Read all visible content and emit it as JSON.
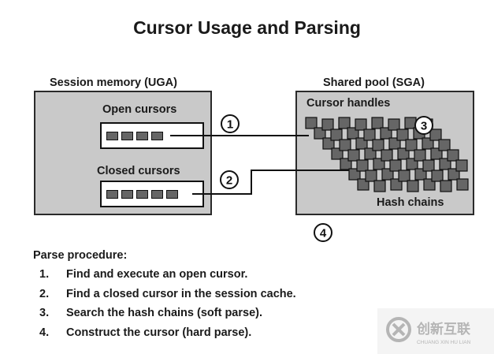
{
  "title": "Cursor Usage and Parsing",
  "uga": {
    "label": "Session memory (UGA)",
    "open_cursors": "Open cursors",
    "closed_cursors": "Closed cursors"
  },
  "sga": {
    "label": "Shared pool (SGA)",
    "cursor_handles": "Cursor handles",
    "hash_chains": "Hash chains"
  },
  "markers": [
    "1",
    "2",
    "3",
    "4"
  ],
  "procedure": {
    "title": "Parse procedure:",
    "steps": [
      {
        "num": "1.",
        "text": "Find and execute an open cursor."
      },
      {
        "num": "2.",
        "text": "Find a closed cursor in the session cache."
      },
      {
        "num": "3.",
        "text": "Search the hash chains (soft parse)."
      },
      {
        "num": "4.",
        "text": "Construct the cursor (hard parse)."
      }
    ]
  },
  "watermark": {
    "brand": "创新互联",
    "sub": "CHUANG XIN HU LIAN"
  },
  "colors": {
    "box_fill": "#c9c9c9",
    "cell_fill": "#666666",
    "line": "#111111"
  }
}
